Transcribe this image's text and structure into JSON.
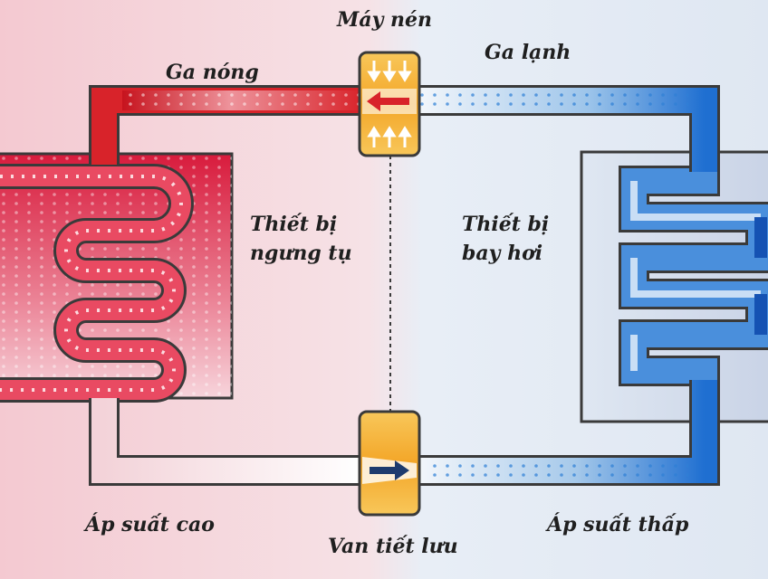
{
  "labels": {
    "compressor": "Máy nén",
    "hot_gas": "Ga nóng",
    "cold_gas": "Ga lạnh",
    "condenser_line1": "Thiết bị",
    "condenser_line2": "ngưng tụ",
    "evaporator_line1": "Thiết bị",
    "evaporator_line2": "bay hơi",
    "high_pressure": "Áp suất cao",
    "low_pressure": "Áp suất thấp",
    "expansion_valve": "Van tiết lưu"
  },
  "colors": {
    "hot": "#d8232a",
    "cold": "#1f6fd1",
    "component": "#f5b72e",
    "outline": "#3a3a3a",
    "bg_warm": "#f6d2d8",
    "bg_cool": "#e3ecf5"
  },
  "icons": {
    "compressor": "compressor-arrows-icon",
    "valve": "arrow-right-icon"
  }
}
